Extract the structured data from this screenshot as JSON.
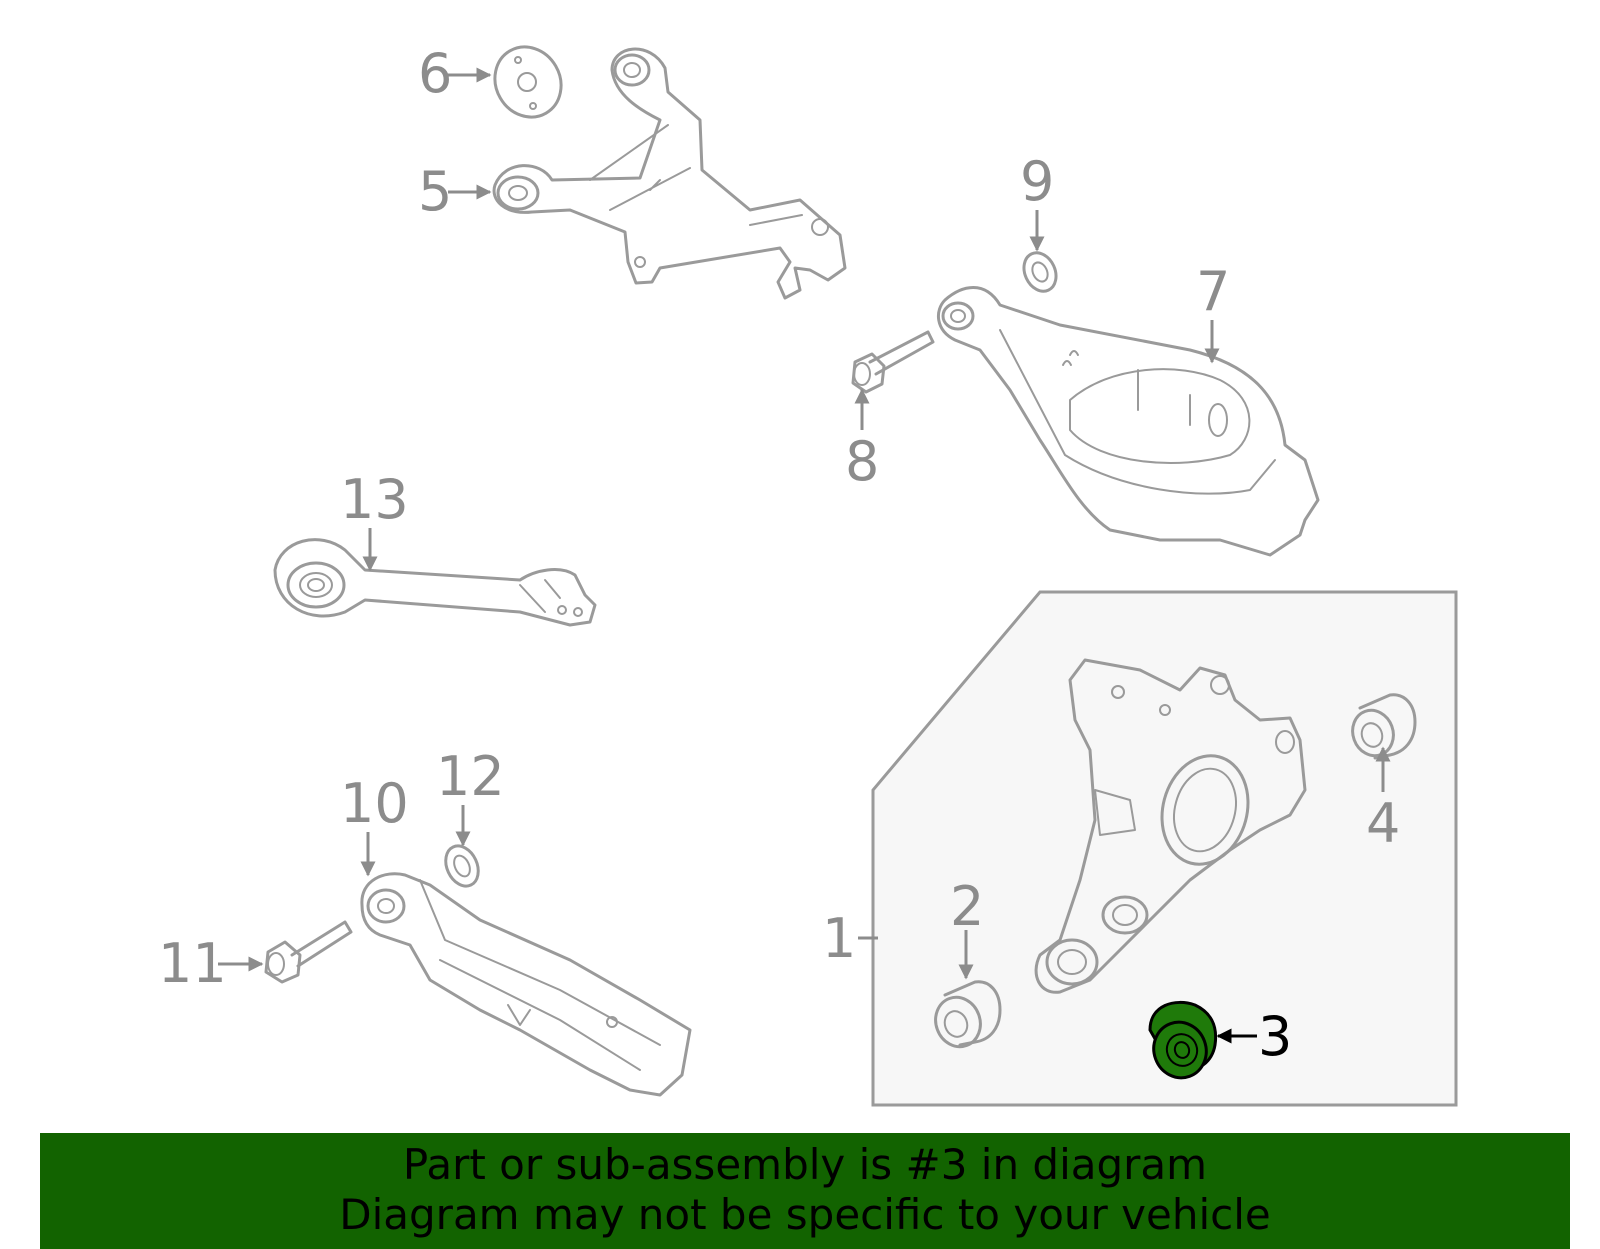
{
  "diagram": {
    "callouts": [
      {
        "id": "1",
        "text": "1"
      },
      {
        "id": "2",
        "text": "2"
      },
      {
        "id": "3",
        "text": "3"
      },
      {
        "id": "4",
        "text": "4"
      },
      {
        "id": "5",
        "text": "5"
      },
      {
        "id": "6",
        "text": "6"
      },
      {
        "id": "7",
        "text": "7"
      },
      {
        "id": "8",
        "text": "8"
      },
      {
        "id": "9",
        "text": "9"
      },
      {
        "id": "10",
        "text": "10"
      },
      {
        "id": "11",
        "text": "11"
      },
      {
        "id": "12",
        "text": "12"
      },
      {
        "id": "13",
        "text": "13"
      }
    ],
    "highlight_part": "3",
    "colors": {
      "line": "#9a9a9a",
      "highlight_fill": "#1f7a0a",
      "banner": "#126300",
      "box_fill": "#f7f7f7"
    }
  },
  "banner": {
    "line1": "Part or sub-assembly is #3 in diagram",
    "line2": "Diagram may not be specific to your vehicle"
  }
}
